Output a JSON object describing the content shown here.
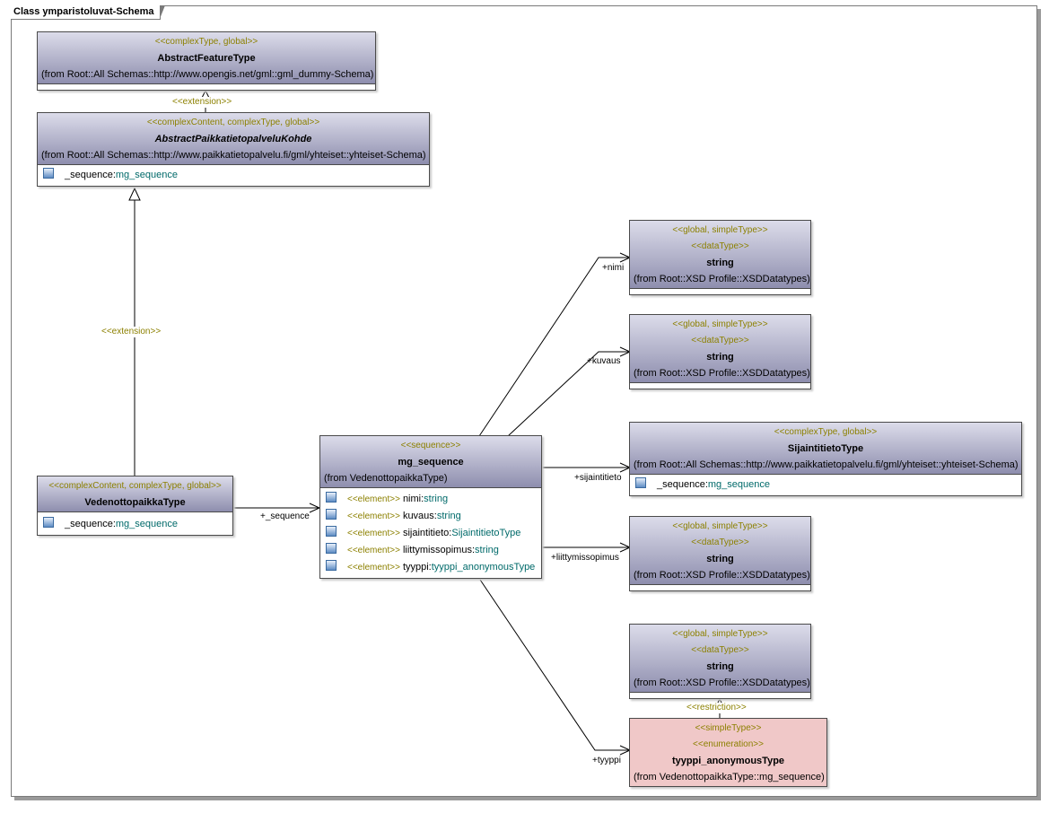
{
  "diagram": {
    "title": "Class ymparistoluvat-Schema"
  },
  "classes": {
    "abstract_feature": {
      "stereotype": "<<complexType, global>>",
      "name": "AbstractFeatureType",
      "from": "(from Root::All Schemas::http://www.opengis.net/gml::gml_dummy-Schema)"
    },
    "abstract_pt": {
      "stereotype": "<<complexContent, complexType, global>>",
      "name": "AbstractPaikkatietopalveluKohde",
      "from": "(from Root::All Schemas::http://www.paikkatietopalvelu.fi/gml/yhteiset::yhteiset-Schema)",
      "attr_name": "_sequence:",
      "attr_type": "mg_sequence"
    },
    "vedenotto": {
      "stereotype": "<<complexContent, complexType, global>>",
      "name": "VedenottopaikkaType",
      "attr_name": "_sequence:",
      "attr_type": "mg_sequence"
    },
    "mg_sequence": {
      "stereotype": "<<sequence>>",
      "name": "mg_sequence",
      "from": "(from VedenottopaikkaType)",
      "attrs": [
        {
          "kw": "<<element>>",
          "name": "nimi:",
          "type": "string"
        },
        {
          "kw": "<<element>>",
          "name": "kuvaus:",
          "type": "string"
        },
        {
          "kw": "<<element>>",
          "name": "sijaintitieto:",
          "type": "SijaintitietoType"
        },
        {
          "kw": "<<element>>",
          "name": "liittymissopimus:",
          "type": "string"
        },
        {
          "kw": "<<element>>",
          "name": "tyyppi:",
          "type": "tyyppi_anonymousType"
        }
      ]
    },
    "string1": {
      "stereotype": "<<global, simpleType>>",
      "stereotype2": "<<dataType>>",
      "name": "string",
      "from": "(from Root::XSD Profile::XSDDatatypes)"
    },
    "string2": {
      "stereotype": "<<global, simpleType>>",
      "stereotype2": "<<dataType>>",
      "name": "string",
      "from": "(from Root::XSD Profile::XSDDatatypes)"
    },
    "sijainti": {
      "stereotype": "<<complexType, global>>",
      "name": "SijaintitietoType",
      "from": "(from Root::All Schemas::http://www.paikkatietopalvelu.fi/gml/yhteiset::yhteiset-Schema)",
      "attr_name": "_sequence:",
      "attr_type": "mg_sequence"
    },
    "string3": {
      "stereotype": "<<global, simpleType>>",
      "stereotype2": "<<dataType>>",
      "name": "string",
      "from": "(from Root::XSD Profile::XSDDatatypes)"
    },
    "string4": {
      "stereotype": "<<global, simpleType>>",
      "stereotype2": "<<dataType>>",
      "name": "string",
      "from": "(from Root::XSD Profile::XSDDatatypes)"
    },
    "tyyppi": {
      "stereotype": "<<simpleType>>",
      "stereotype2": "<<enumeration>>",
      "name": "tyyppi_anonymousType",
      "from": "(from VedenottopaikkaType::mg_sequence)"
    }
  },
  "labels": {
    "ext1": "<<extension>>",
    "ext2": "<<extension>>",
    "restriction": "<<restriction>>",
    "seq": "+_sequence",
    "nimi": "+nimi",
    "kuvaus": "+kuvaus",
    "sijaintitieto": "+sijaintitieto",
    "liittymissopimus": "+liittymissopimus",
    "tyyppi": "+tyyppi"
  }
}
